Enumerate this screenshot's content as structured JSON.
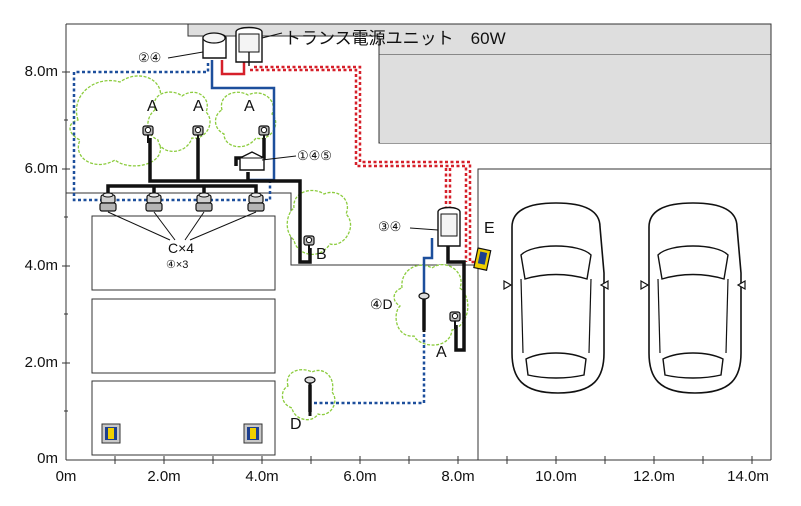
{
  "title": "トランス電源ユニット　60W",
  "y_ticks": [
    "8.0m",
    "6.0m",
    "4.0m",
    "2.0m",
    "0m"
  ],
  "x_ticks": [
    "0m",
    "2.0m",
    "4.0m",
    "6.0m",
    "8.0m",
    "10.0m",
    "12.0m",
    "14.0m"
  ],
  "callouts": {
    "trans_top": "②④",
    "junction": "①④⑤",
    "trans_mid": "③④",
    "d_mid": "④D",
    "c_count": "C×4",
    "c_sub": "④×3"
  },
  "fixture_labels": {
    "a1": "A",
    "a2": "A",
    "a3": "A",
    "b": "B",
    "a4": "A",
    "d_low": "D",
    "e": "E"
  },
  "colors": {
    "plan_line": "#333333",
    "building": "#dedede",
    "cable_black": "#111111",
    "cable_blue": "#1d4f9c",
    "cable_red": "#d6202a",
    "shrub": "#8ccc3e",
    "fixture_body": "#b9b9b9"
  }
}
